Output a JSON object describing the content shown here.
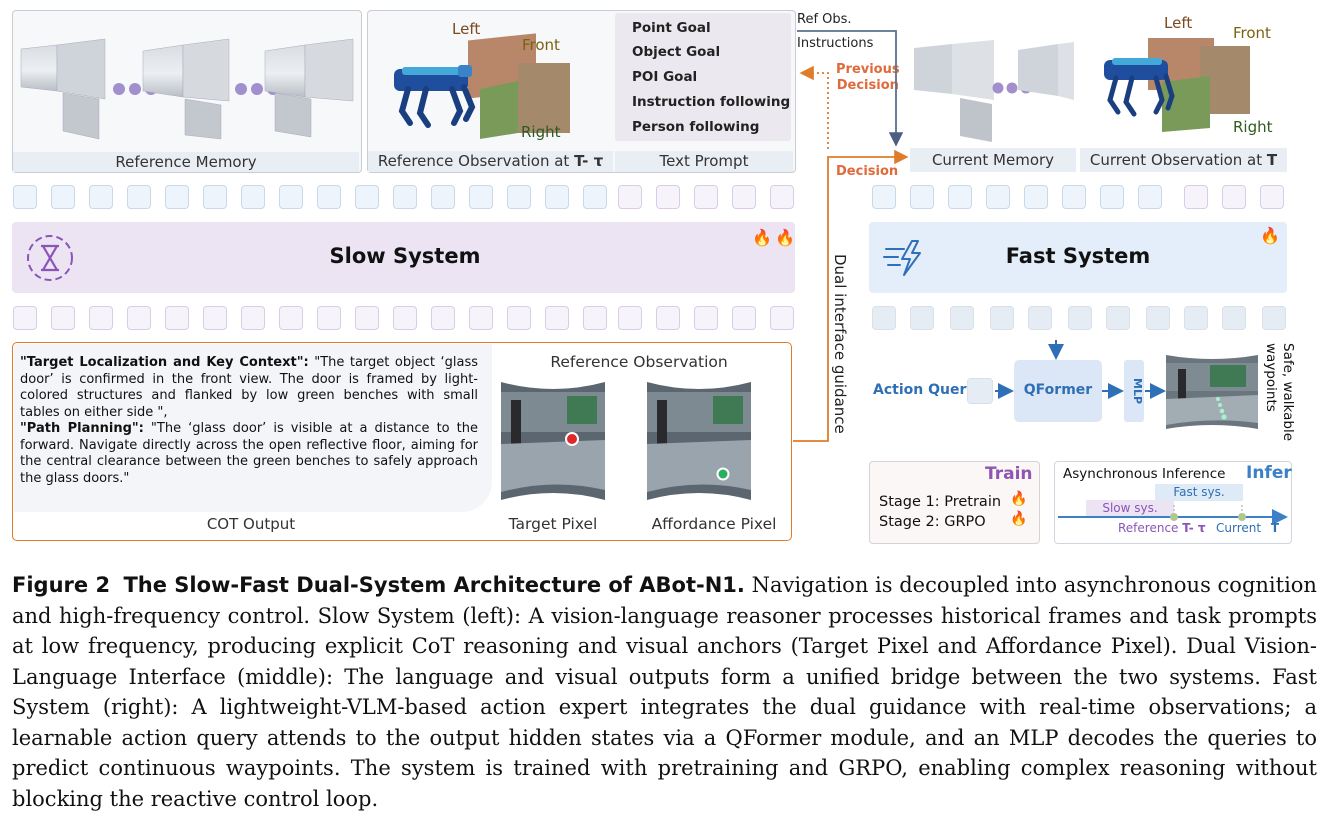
{
  "top": {
    "reference_memory_label": "Reference Memory",
    "reference_observation_label": "Reference Observation at",
    "reference_observation_time": "T- τ",
    "text_prompt_label": "Text Prompt",
    "left_label": "Left",
    "front_label": "Front",
    "right_label": "Right",
    "prompt_items": [
      "Point Goal",
      "Object Goal",
      "POI Goal",
      "Instruction following",
      "Person following"
    ],
    "ref_obs_label": "Ref Obs.",
    "instructions_label": "Instructions",
    "previous_decision_line1": "Previous",
    "previous_decision_line2": "Decision",
    "decision_label": "Decision",
    "current_memory_label": "Current Memory",
    "current_observation_label": "Current Observation at",
    "current_observation_time": "T",
    "left_label_r": "Left",
    "front_label_r": "Front",
    "right_label_r": "Right"
  },
  "slow_system": {
    "title": "Slow System"
  },
  "fast_system": {
    "title": "Fast System"
  },
  "dual_interface_label": "Dual interface guidance",
  "cot": {
    "heading1": "\"Target Localization and Key Context\":",
    "text1": " \"The target object ‘glass door’ is confirmed in the front view. The door is framed by light-colored structures and flanked by low green benches with small tables on either side \",",
    "heading2": "\"Path Planning\":",
    "text2": " \"The ‘glass door’ is visible at a distance to the forward. Navigate directly across the open reflective floor, aiming for the central clearance between the green benches to safely approach the glass doors.\"",
    "output_label": "COT Output",
    "reference_observation_title": "Reference Observation",
    "target_pixel_label": "Target Pixel",
    "affordance_pixel_label": "Affordance Pixel"
  },
  "action": {
    "action_query_label": "Action Query",
    "qformer_label": "QFormer",
    "mlp_label": "MLP",
    "waypoints_line1": "Safe, walkable",
    "waypoints_line2": "waypoints"
  },
  "train": {
    "title": "Train",
    "stage1": "Stage 1: Pretrain",
    "stage2": "Stage 2: GRPO"
  },
  "infer": {
    "title": "Infer",
    "async_label": "Asynchronous Inference",
    "fast_sys": "Fast sys.",
    "slow_sys": "Slow sys.",
    "reference_label": "Reference",
    "reference_time": "T- τ",
    "current_label": "Current",
    "current_time": "T"
  },
  "caption": {
    "figure_label": "Figure 2",
    "figure_title": "The Slow-Fast Dual-System Architecture of ABot-N1.",
    "body": "Navigation is decoupled into asynchronous cognition and high-frequency control. Slow System (left): A vision-language reasoner processes historical frames and task prompts at low frequency, producing explicit CoT reasoning and visual anchors (Target Pixel and Affordance Pixel). Dual Vision-Language Interface (middle): The language and visual outputs form a unified bridge between the two systems. Fast System (right): A lightweight-VLM-based action expert integrates the dual guidance with real-time observations; a learnable action query attends to the output hidden states via a QFormer module, and an MLP decodes the queries to predict continuous waypoints. The system is trained with pretraining and GRPO, enabling complex reasoning without blocking the reactive control loop."
  },
  "colors": {
    "slow_bg": "#ece4f3",
    "fast_bg": "#e4eefa",
    "orange": "#e07b2a",
    "blue_arrow": "#2e6fb5",
    "purple_dot": "#a18fce"
  }
}
